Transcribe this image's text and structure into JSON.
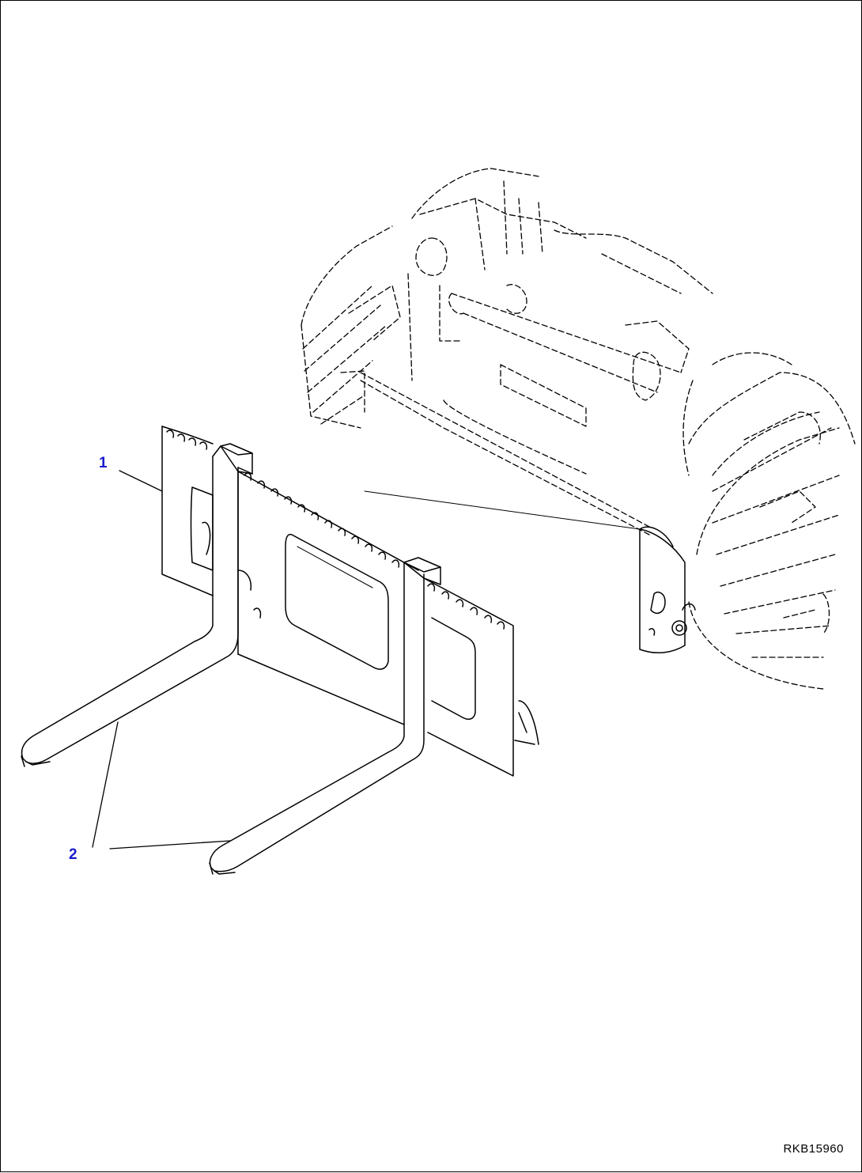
{
  "figure_code": "RKB15960",
  "callouts": [
    {
      "number": "1"
    },
    {
      "number": "2"
    }
  ],
  "colors": {
    "line": "#000000",
    "callout_text": "#1a1acc",
    "background": "#ffffff"
  }
}
